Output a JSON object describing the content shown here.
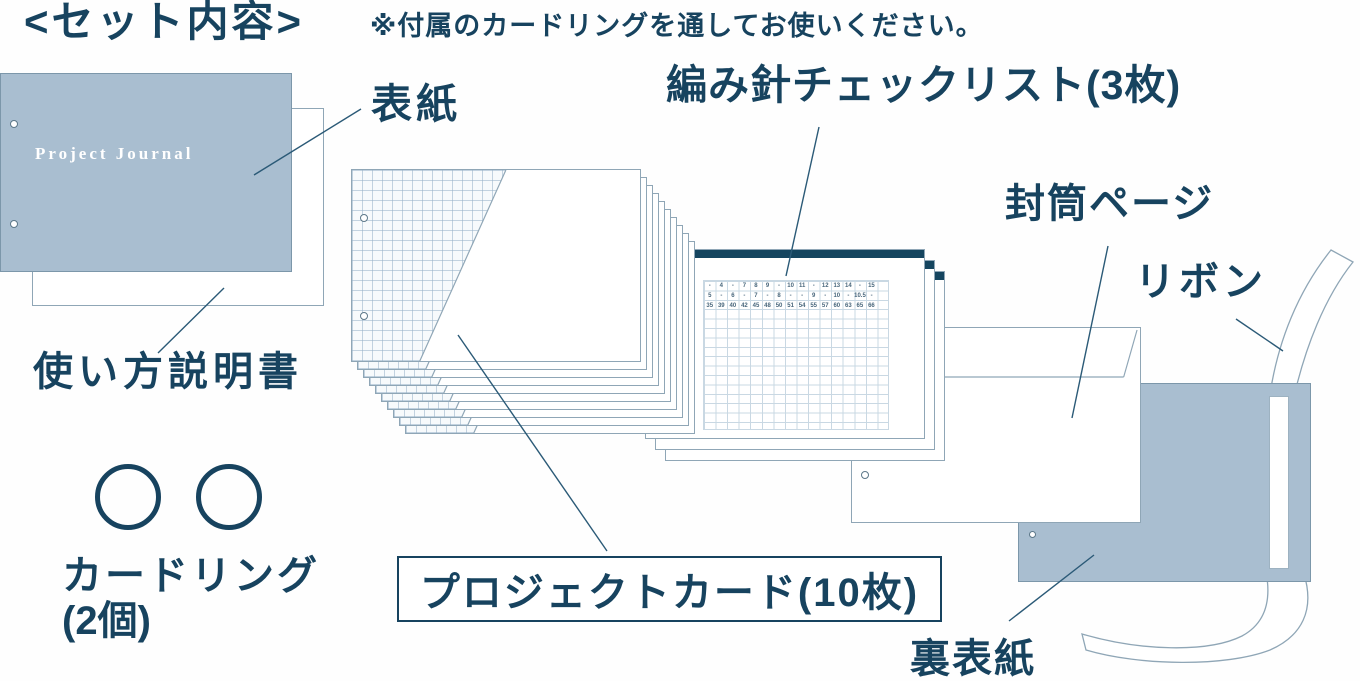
{
  "colors": {
    "navy": "#17435f",
    "cover_blue": "#a9bed0",
    "outline": "#8fa6b6",
    "pointer": "#2b5a77",
    "grid_line": "#c9d8e3",
    "header_bar": "#15455f"
  },
  "title": "<セット内容>",
  "note": "※付属のカードリングを通してお使いください。",
  "front_cover": {
    "label": "表紙",
    "cover_title": "Project Journal"
  },
  "manual": {
    "label": "使い方説明書"
  },
  "card_rings": {
    "label": "カードリング",
    "count_label": "(2個)",
    "count": 2
  },
  "project_cards": {
    "label": "プロジェクトカード(10枚)",
    "count": 10
  },
  "needle_checklist": {
    "label": "編み針チェックリスト(3枚)",
    "count": 3,
    "table_rows": [
      [
        "-",
        "4",
        "-",
        "7",
        "8",
        "9",
        "-",
        "10",
        "11",
        "-",
        "12",
        "13",
        "14",
        "-",
        "15",
        ""
      ],
      [
        "5",
        "-",
        "6",
        "-",
        "7",
        "-",
        "8",
        "-",
        "-",
        "9",
        "-",
        "10",
        "-",
        "10.5",
        "-",
        ""
      ],
      [
        "35",
        "39",
        "40",
        "42",
        "45",
        "48",
        "50",
        "51",
        "54",
        "55",
        "57",
        "60",
        "63",
        "65",
        "66",
        ""
      ]
    ]
  },
  "envelope": {
    "label": "封筒ページ"
  },
  "ribbon": {
    "label": "リボン"
  },
  "back_cover": {
    "label": "裏表紙"
  }
}
